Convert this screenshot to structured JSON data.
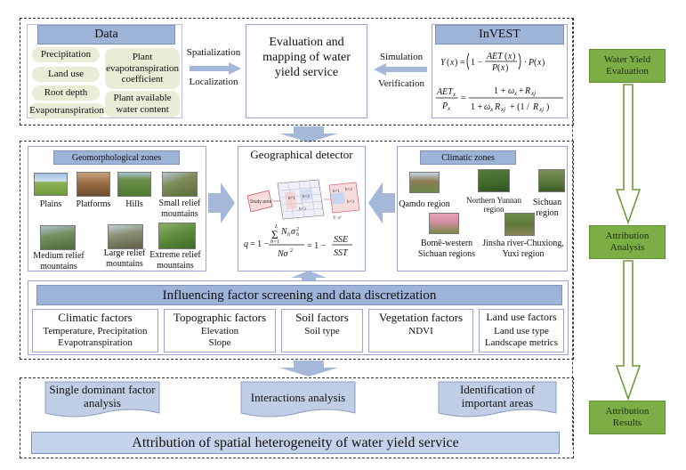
{
  "top": {
    "data_panel": {
      "title": "Data",
      "inputs": [
        "Precipitation",
        "Land use",
        "Root depth",
        "Evapotranspiration",
        "Plant evapotranspiration coefficient",
        "Plant available water content"
      ]
    },
    "arrow_left_labels": [
      "Spatialization",
      "Localization"
    ],
    "center_title": "Evaluation and mapping of water yield service",
    "arrow_right_labels": [
      "Simulation",
      "Verification"
    ],
    "invest": {
      "title": "InVEST",
      "formula1": "Y(x) = (1 − AET(x) / P(x)) · P(x)",
      "formula2": "AET_x / P_x = (1 + ω_x + R_xj) / (1 + ω_x R_xj + (1/R_xj))"
    }
  },
  "middle": {
    "geomorph": {
      "title": "Geomorphological zones",
      "zones": [
        "Plains",
        "Platforms",
        "Hills",
        "Small relief mountains",
        "Medium relief mountains",
        "Large relief mountains",
        "Extreme relief mountains"
      ]
    },
    "detector": {
      "title": "Geographical detector",
      "grid_labels": [
        "Study area",
        "h=1",
        "h=2",
        "h=3",
        "h=1",
        "h=2",
        "h=3",
        "Y, σ²"
      ],
      "formula": "q = 1 − Σ N_h σ_h² / Nσ² = 1 − SSE / SST",
      "formula_sum_range": [
        "L",
        "h=1"
      ]
    },
    "climatic": {
      "title": "Climatic zones",
      "zones": [
        "Qamdo region",
        "Northern Yunnan region",
        "Sichuan region",
        "Bomê-western Sichuan regions",
        "Jinsha river-Chuxiong, Yuxi region"
      ]
    },
    "screening": {
      "title": "Influencing factor screening and data discretization",
      "factors": [
        {
          "name": "Climatic factors",
          "items": [
            "Temperature, Precipitation",
            "Evapotranspiration"
          ]
        },
        {
          "name": "Topographic factors",
          "items": [
            "Elevation",
            "Slope"
          ]
        },
        {
          "name": "Soil factors",
          "items": [
            "Soil type"
          ]
        },
        {
          "name": "Vegetation factors",
          "items": [
            "NDVI"
          ]
        },
        {
          "name": "Land use factors",
          "items": [
            "Land use type",
            "Landscape metrics"
          ]
        }
      ]
    }
  },
  "bottom": {
    "docs": [
      "Single dominant factor analysis",
      "Interactions analysis",
      "Identification of important areas"
    ],
    "footer": "Attribution of spatial heterogeneity of water yield service"
  },
  "side": {
    "labels": [
      "Water Yield Evaluation",
      "Attribution Analysis",
      "Attribution Results"
    ],
    "colors": {
      "box": "#7dae46",
      "arrow": "#6e9a3b"
    }
  },
  "colors": {
    "header_blue": "#9db3d8",
    "pill_green": "#e9ecd7",
    "arrow_blue": "#a6b8d9"
  }
}
